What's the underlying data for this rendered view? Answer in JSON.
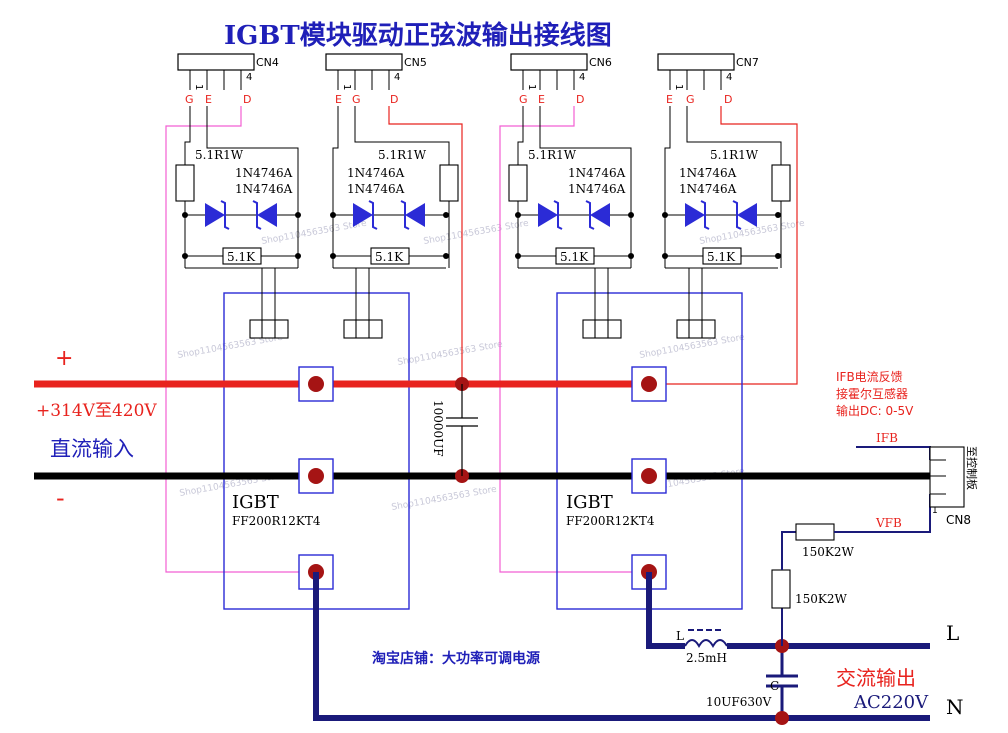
{
  "title": "IGBT模块驱动正弦波输出接线图",
  "connectors": {
    "cn4": {
      "name": "CN4",
      "pins": {
        "p1": "1",
        "p4": "4"
      },
      "signals": [
        "G",
        "E",
        "D"
      ]
    },
    "cn5": {
      "name": "CN5",
      "pins": {
        "p1": "1",
        "p4": "4"
      },
      "signals": [
        "E",
        "G",
        "D"
      ]
    },
    "cn6": {
      "name": "CN6",
      "pins": {
        "p1": "1",
        "p4": "4"
      },
      "signals": [
        "G",
        "E",
        "D"
      ]
    },
    "cn7": {
      "name": "CN7",
      "pins": {
        "p1": "1",
        "p4": "4"
      },
      "signals": [
        "E",
        "G",
        "D"
      ]
    },
    "cn8": {
      "name": "CN8",
      "pin1": "1",
      "vertical_label": "至控制板"
    }
  },
  "gate_parts": {
    "resistor": "5.1R1W",
    "zener": "1N4746A",
    "pulldown": "5.1K"
  },
  "igbt": {
    "name": "IGBT",
    "model": "FF200R12KT4"
  },
  "dc_bus": {
    "plus": "+",
    "minus": "-",
    "voltage": "+314V至420V",
    "label": "直流输入",
    "capacitor": "10000UF"
  },
  "feedback": {
    "note_line1": "IFB电流反馈",
    "note_line2": "接霍尔互感器",
    "note_line3": "输出DC: 0-5V",
    "ifb": "IFB",
    "vfb": "VFB",
    "r_h": "150K2W",
    "r_v": "150K2W"
  },
  "output": {
    "inductor_ref": "L",
    "inductor_value": "2.5mH",
    "cap_ref": "C",
    "cap_value": "10UF630V",
    "line_L": "L",
    "line_N": "N",
    "ac_label": "交流输出",
    "ac_voltage": "AC220V"
  },
  "shop": "淘宝店铺：大功率可调电源",
  "watermark": "Shop1104563563 Store",
  "colors": {
    "blue": "#2b2bd6",
    "navy": "#1a1a7a",
    "red": "#e8231e",
    "pink": "#f25fd3",
    "title": "#1f1fb8"
  }
}
